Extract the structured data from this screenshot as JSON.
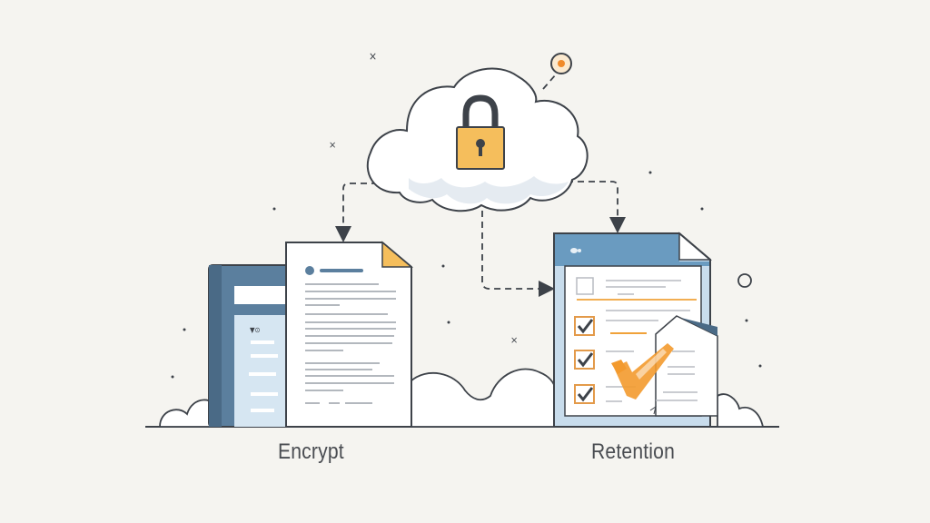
{
  "illustration": {
    "theme": "cloud data protection workflow",
    "center": {
      "element": "cloud",
      "icon": "padlock-icon"
    },
    "flows": [
      {
        "from": "cloud",
        "to": "encrypt-document",
        "style": "dashed-arrow"
      },
      {
        "from": "cloud",
        "to": "retention-checklist",
        "style": "dashed-arrow"
      }
    ]
  },
  "labels": {
    "encrypt": "Encrypt",
    "retention": "Retention"
  },
  "colors": {
    "background": "#f5f4f0",
    "outline": "#3d4249",
    "accent_orange": "#f0a23a",
    "lock_body": "#f5be5c",
    "binder_blue": "#5b7f9e",
    "panel_blue": "#d6e6f2",
    "header_blue": "#6a9bc0",
    "text": "#4a4d52"
  }
}
